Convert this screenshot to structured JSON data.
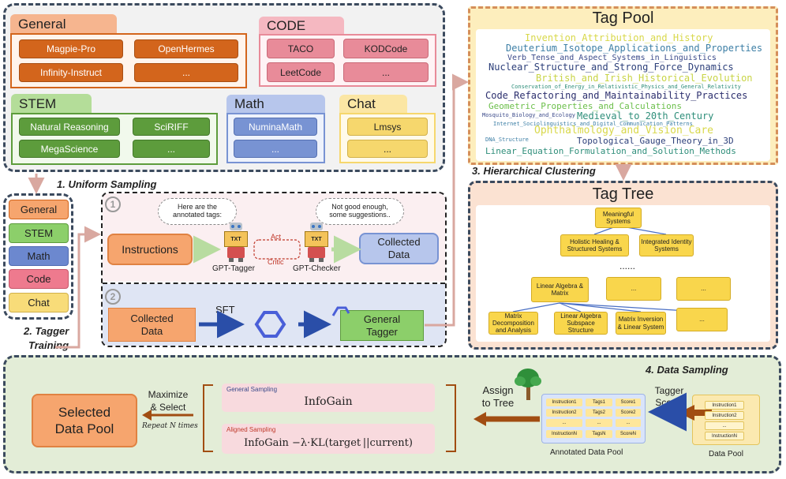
{
  "sources": {
    "general": {
      "title": "General",
      "items": [
        "Magpie-Pro",
        "OpenHermes",
        "Infinity-Instruct",
        "..."
      ]
    },
    "code": {
      "title": "CODE",
      "items": [
        "TACO",
        "KODCode",
        "LeetCode",
        "..."
      ]
    },
    "stem": {
      "title": "STEM",
      "items": [
        "Natural Reasoning",
        "SciRIFF",
        "MegaScience",
        "..."
      ]
    },
    "math": {
      "title": "Math",
      "items": [
        "NuminaMath",
        "..."
      ]
    },
    "chat": {
      "title": "Chat",
      "items": [
        "Lmsys",
        "..."
      ]
    }
  },
  "steps": {
    "s1": "1. Uniform Sampling",
    "s2a": "2. Tagger",
    "s2b": "Training",
    "s3": "3. Hierarchical Clustering",
    "s4": "4. Data Sampling"
  },
  "domain_list": [
    "General",
    "STEM",
    "Math",
    "Code",
    "Chat"
  ],
  "tagger": {
    "num1": "1",
    "num2": "2",
    "instructions": "Instructions",
    "bubble1_l1": "Here are the",
    "bubble1_l2": "annotated tags:",
    "bubble2_l1": "Not good enough,",
    "bubble2_l2": "some suggestions..",
    "robot_screen": "TXT",
    "act": "Act",
    "critic": "Critic",
    "gpt_tagger": "GPT-Tagger",
    "gpt_checker": "GPT-Checker",
    "collected_l1": "Collected",
    "collected_l2": "Data",
    "sft": "SFT",
    "general_tagger_l1": "General",
    "general_tagger_l2": "Tagger"
  },
  "tag_pool": {
    "title": "Tag Pool",
    "words": [
      "Invention_Attribution_and_History",
      "Deuterium_Isotope_Applications_and_Properties",
      "Verb_Tense_and_Aspect_Systems_in_Linguistics",
      "Nuclear_Structure_and_Strong_Force_Dynamics",
      "British_and_Irish_Historical_Evolution",
      "Conservation_of_Energy_in_Relativistic_Physics_and_General_Relativity",
      "Code_Refactoring_and_Maintainability_Practices",
      "Geometric_Properties_and_Calculations",
      "Mosquito_Biology_and_Ecology",
      "Medieval_to_20th_Century",
      "Internet_Sociolinguistics_and_Digital_Communication_Patterns",
      "Ophthalmology_and_Vision_Care",
      "DNA_Structure",
      "Topological_Gauge_Theory_in_3D",
      "Linear_Equation_Formulation_and_Solution_Methods"
    ]
  },
  "tag_tree": {
    "title": "Tag Tree",
    "root": "Meaningful Systems",
    "level1": [
      "Holistic Healing & Structured Systems",
      "Integrated Identity Systems"
    ],
    "dots": "......",
    "level2": [
      "Linear Algebra & Matrix",
      "...",
      "..."
    ],
    "level3": [
      "Matrix Decomposition and Analysis",
      "Linear Algebra Subspace Structure",
      "Matrix Inversion & Linear System",
      "..."
    ]
  },
  "sampling": {
    "selected_l1": "Selected",
    "selected_l2": "Data Pool",
    "maximize_l1": "Maximize",
    "maximize_l2": "& Select",
    "repeat": "Repeat N times",
    "general_label": "General Sampling",
    "general_formula": "InfoGain",
    "aligned_label": "Aligned Sampling",
    "aligned_formula": "InfoGain −λ·KL(target ||current)",
    "assign_l1": "Assign",
    "assign_l2": "to Tree",
    "annotated_label": "Annotated Data Pool",
    "tagger_l1": "Tagger",
    "tagger_l2": "Scorer",
    "pool_label": "Data Pool",
    "table_rows": [
      [
        "Instruction1",
        "Tags1",
        "Score1"
      ],
      [
        "Instruction2",
        "Tags2",
        "Score2"
      ],
      [
        "...",
        "...",
        "..."
      ],
      [
        "InstructionN",
        "TagsN",
        "ScoreN"
      ]
    ],
    "pool_rows": [
      "Instruction1",
      "Instruction2",
      "...",
      "InstructionN"
    ]
  },
  "colors": {
    "orange": "#d3651c",
    "pink": "#e88b99",
    "green": "#5d9c3c",
    "blue": "#7893d3",
    "yellow": "#f6d76d",
    "arrow": "#d9a8a0",
    "dark_arrow": "#a14d12"
  }
}
